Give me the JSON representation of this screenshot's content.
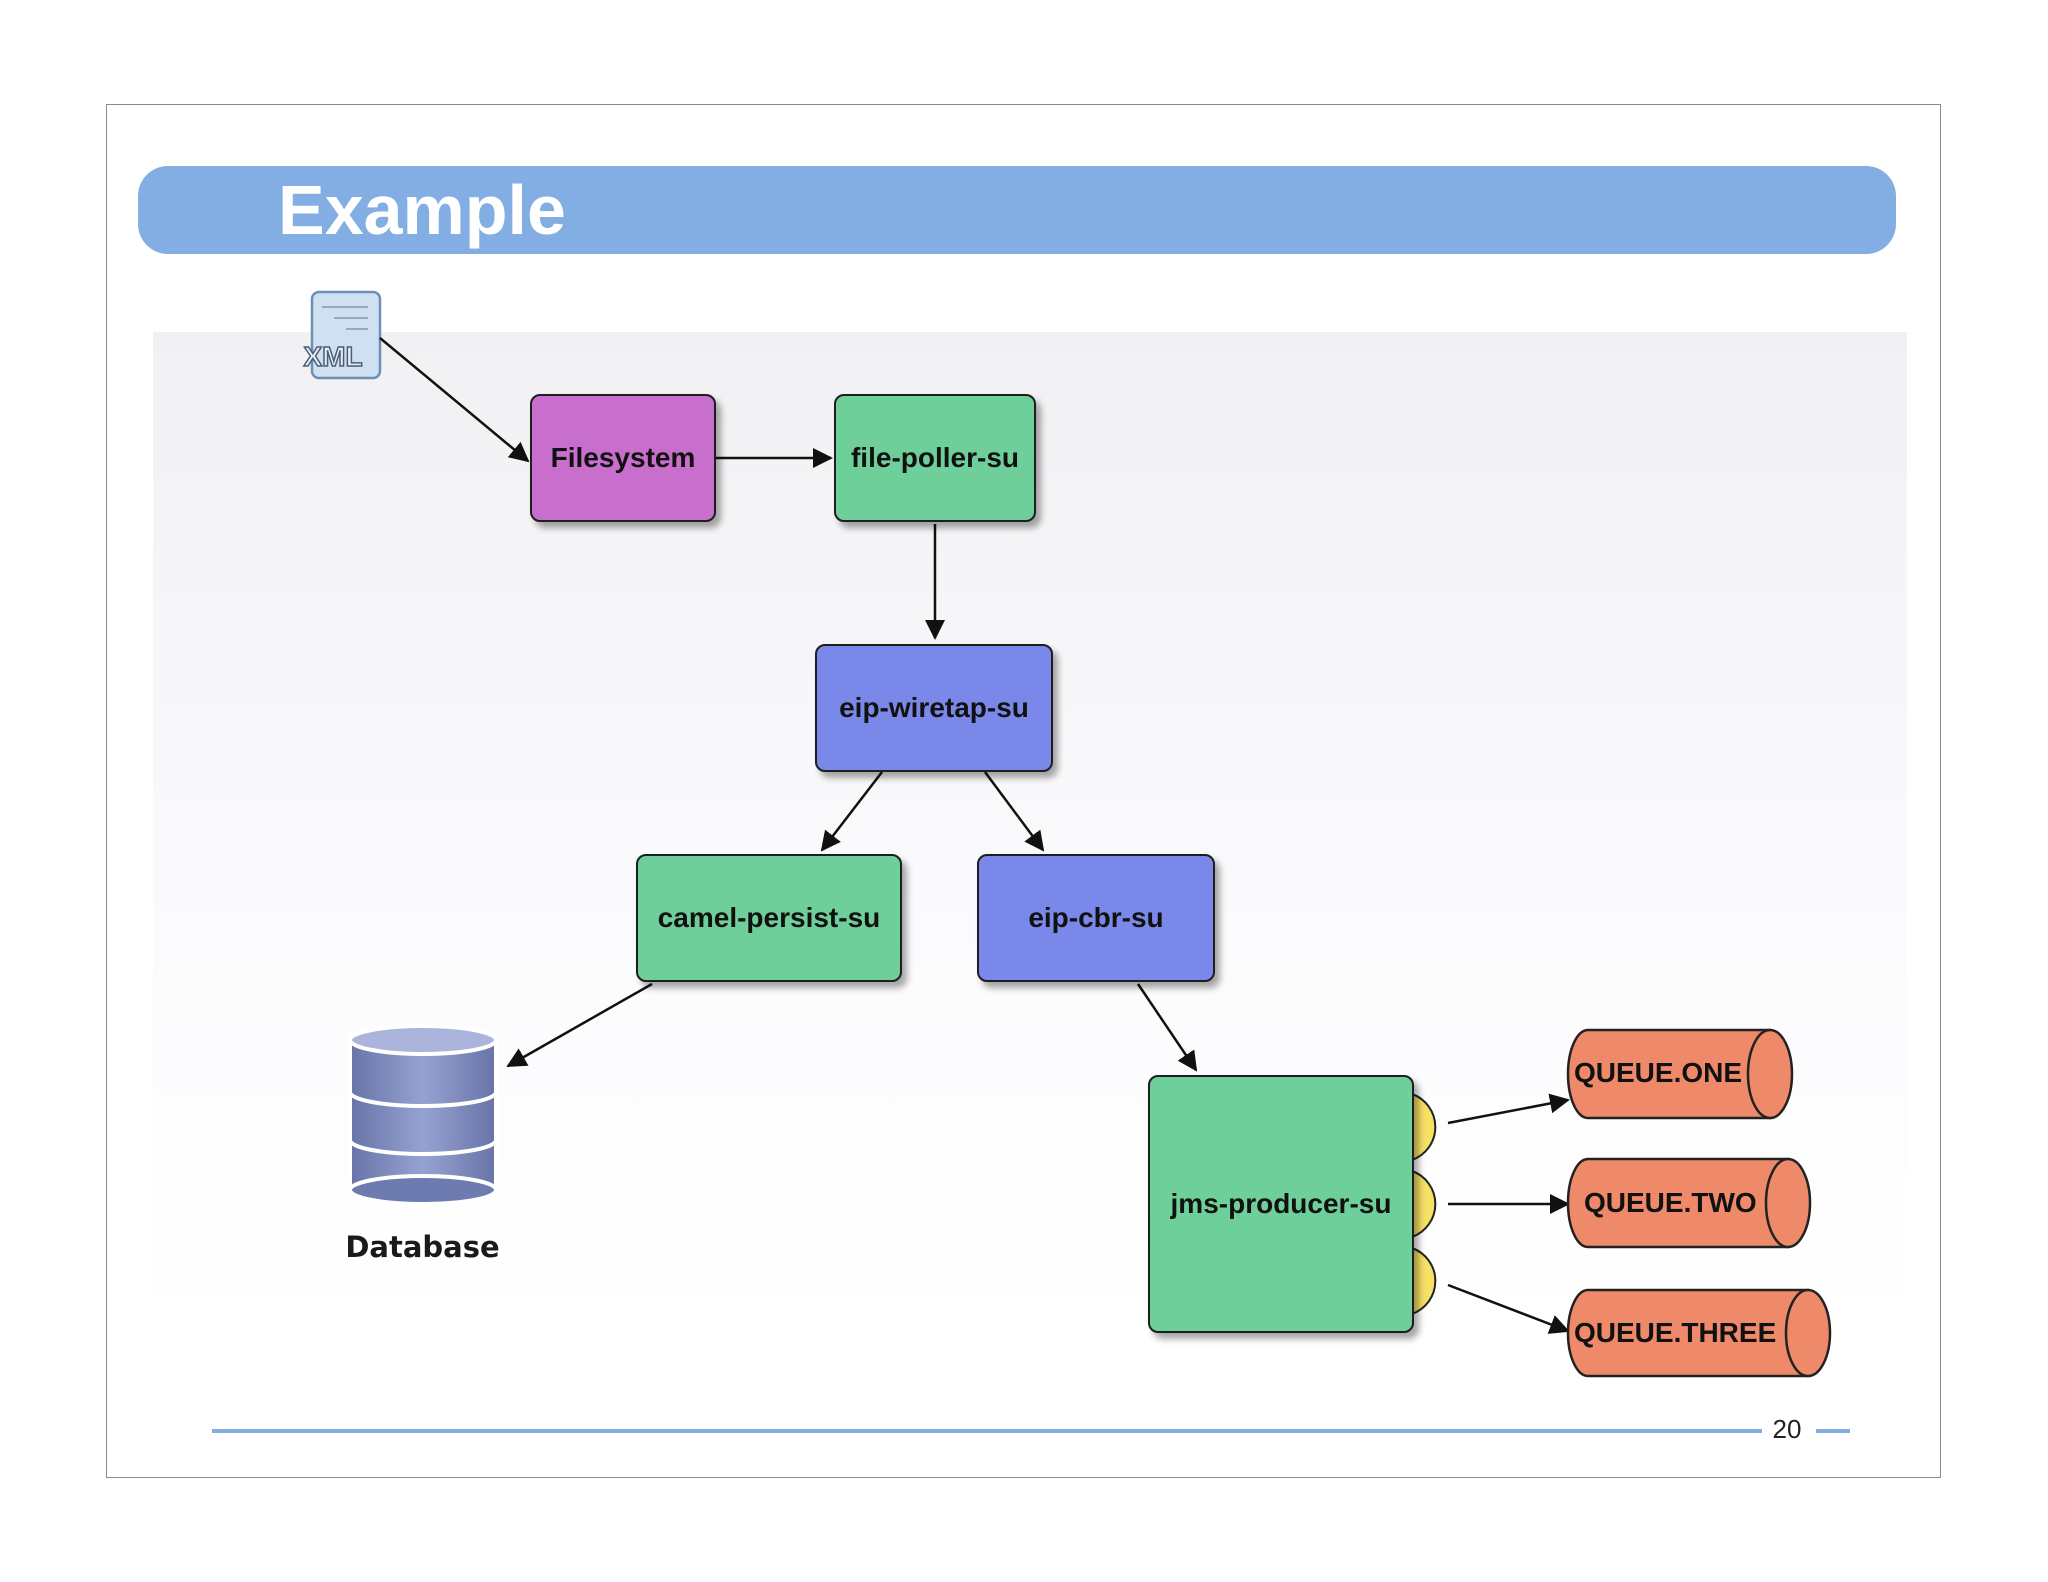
{
  "slide": {
    "title": "Example",
    "page_number": "20"
  },
  "diagram": {
    "xml_icon_label": "XML",
    "nodes": {
      "filesystem": "Filesystem",
      "file_poller": "file-poller-su",
      "eip_wiretap": "eip-wiretap-su",
      "camel_persist": "camel-persist-su",
      "eip_cbr": "eip-cbr-su",
      "jms_producer": "jms-producer-su"
    },
    "database_label": "Database",
    "queues": [
      "QUEUE.ONE",
      "QUEUE.TWO",
      "QUEUE.THREE"
    ],
    "colors": {
      "title_bar": "#82aee3",
      "purple_node": "#c86fcd",
      "green_node": "#6ecf9b",
      "blue_node": "#7a89e9",
      "queue": "#ee8a6a",
      "endpoint": "#f7e163",
      "database": "#7c88b8"
    }
  }
}
